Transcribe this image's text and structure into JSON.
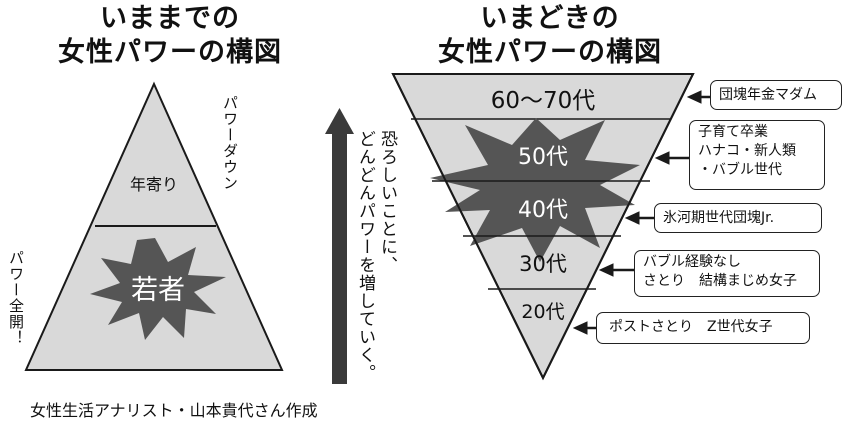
{
  "left": {
    "title_line1": "いままでの",
    "title_line2": "女性パワーの構図",
    "top_label": "年寄り",
    "bottom_label": "若者",
    "side_label_right": "パワーダウン",
    "side_label_left": "パワー全開！"
  },
  "arrow": {
    "line1": "恐ろしいことに、",
    "line2": "どんどんパワーを増していく。"
  },
  "right": {
    "title_line1": "いまどきの",
    "title_line2": "女性パワーの構図",
    "levels": [
      "60〜70代",
      "50代",
      "40代",
      "30代",
      "20代"
    ],
    "callouts": [
      [
        "団塊年金マダム"
      ],
      [
        "子育て卒業",
        "ハナコ・新人類",
        "・バブル世代"
      ],
      [
        "氷河期世代団塊Jr."
      ],
      [
        "バブル経験なし",
        "さとり　結構まじめ女子"
      ],
      [
        "ポストさとり　Z世代女子"
      ]
    ]
  },
  "credit": "女性生活アナリスト・山本貴代さん作成",
  "colors": {
    "fill_gray": "#d9d9d9",
    "burst_dark": "#555555",
    "arrow_dark": "#3a3a3a",
    "line": "#1a1a1a"
  }
}
